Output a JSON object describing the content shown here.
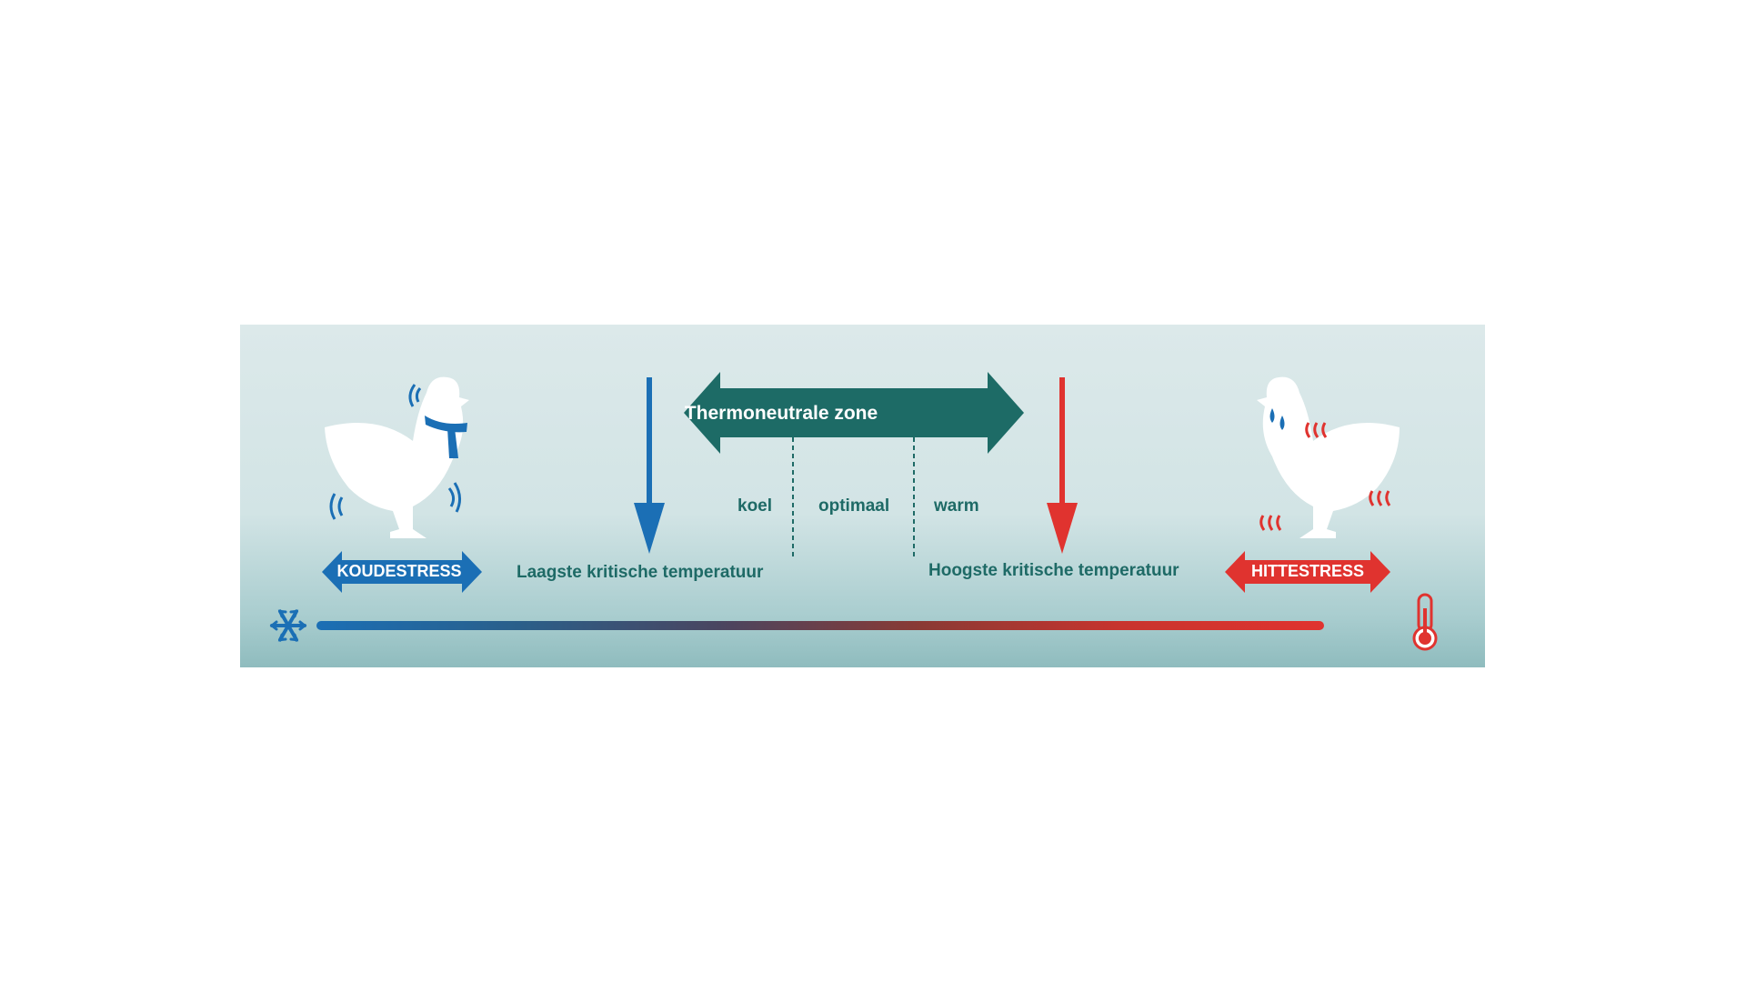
{
  "diagram": {
    "zone_title": "Thermoneutrale zone",
    "sub_zones": [
      "koel",
      "optimaal",
      "warm"
    ],
    "low_critical_label": "Laagste kritische temperatuur",
    "high_critical_label": "Hoogste kritische temperatuur",
    "cold_stress_label": "KOUDESTRESS",
    "heat_stress_label": "HITTESTRESS",
    "icons": {
      "cold": "snowflake-icon",
      "hot": "thermometer-icon",
      "cold_chicken": "chicken-with-scarf-icon",
      "hot_chicken": "sweating-chicken-icon"
    },
    "colors": {
      "teal": "#1e6a66",
      "blue": "#1b6fb5",
      "red": "#e0332f"
    }
  }
}
